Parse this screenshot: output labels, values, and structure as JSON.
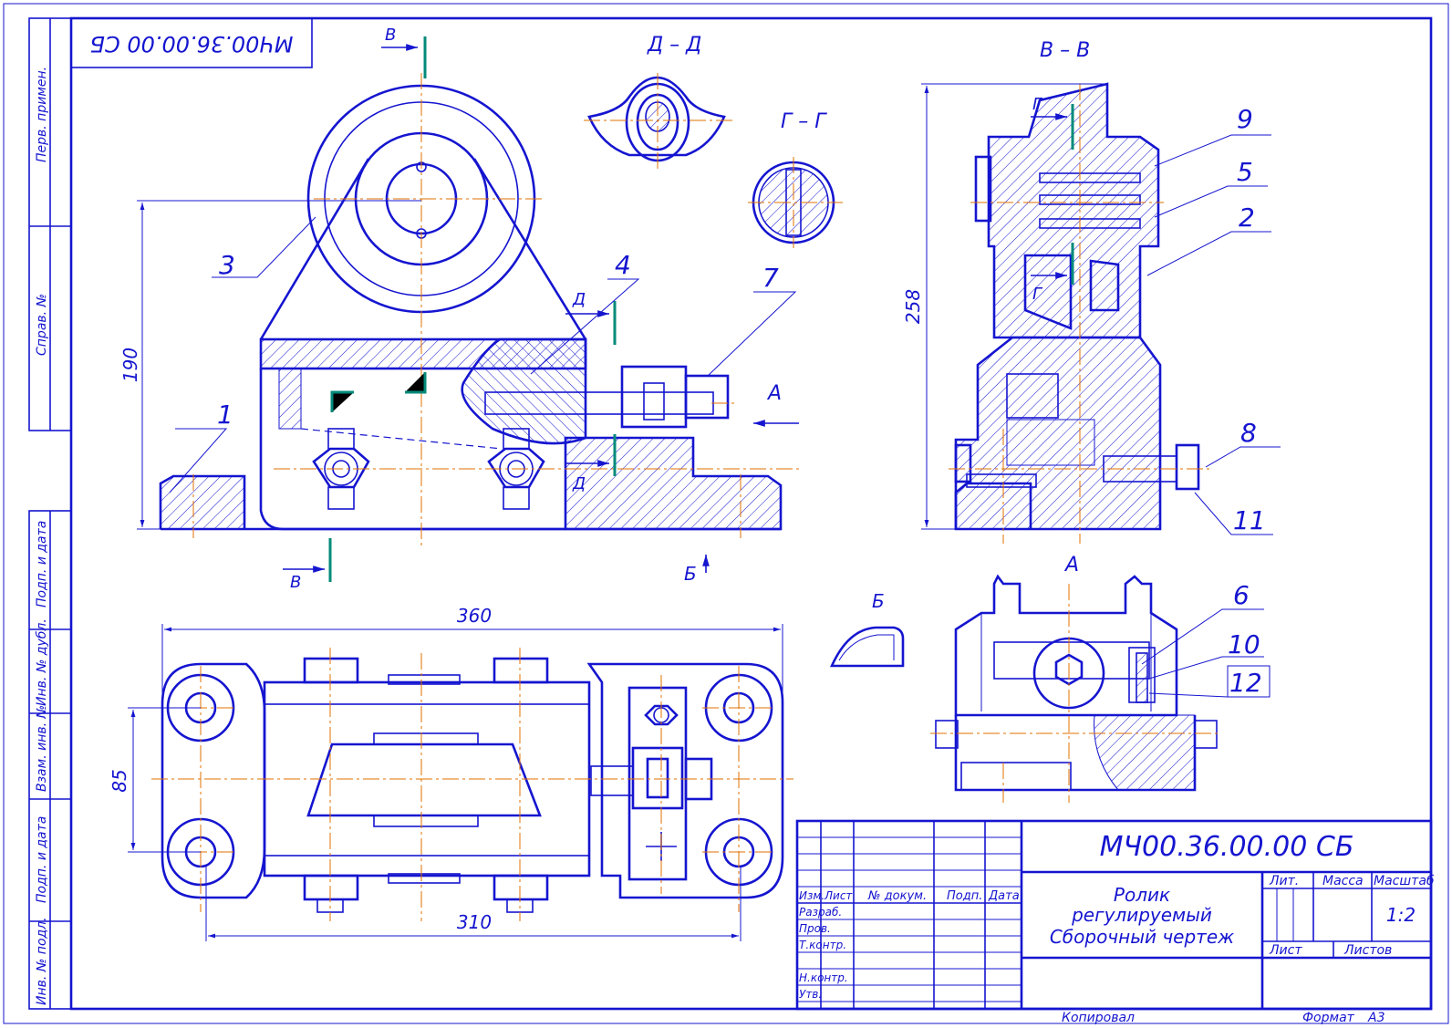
{
  "drawing": {
    "code_top": "МЧ00.36.00.00 СБ",
    "code_title": "МЧ00.36.00.00 СБ",
    "title_line1": "Ролик",
    "title_line2": "регулируемый",
    "title_line3": "Сборочный чертеж",
    "copied": "Копировал",
    "format_label": "Формат",
    "format_value": "А3"
  },
  "side_stamp": [
    "Перв. примен.",
    "Справ. №",
    "Подп. и дата",
    "Инв. № дубл.",
    "Взам. инв. №",
    "Подп. и дата",
    "Инв. № подл."
  ],
  "title_block": {
    "col_headers": [
      "Изм.",
      "Лист",
      "№ докум.",
      "Подп.",
      "Дата"
    ],
    "roles": [
      "Разраб.",
      "Пров.",
      "Т.контр.",
      "Н.контр.",
      "Утв."
    ],
    "lit": "Лит.",
    "mass": "Масса",
    "scale_label": "Масштаб",
    "scale_value": "1:2",
    "sheet": "Лист",
    "sheets": "Листов"
  },
  "views": {
    "section_dd": "Д – Д",
    "section_gg": "Г – Г",
    "section_vv": "В – В",
    "view_a": "А",
    "view_b": "Б"
  },
  "markers": {
    "v": "В",
    "d": "Д",
    "g": "Г",
    "a": "А",
    "b": "Б"
  },
  "dimensions": {
    "height_front": "190",
    "height_section": "258",
    "width_total": "360",
    "width_bolts": "310",
    "depth_bolts": "85"
  },
  "positions": [
    "1",
    "2",
    "3",
    "4",
    "5",
    "6",
    "7",
    "8",
    "9",
    "10",
    "11",
    "12"
  ]
}
